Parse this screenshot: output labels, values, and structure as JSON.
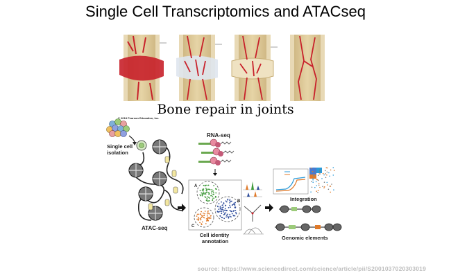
{
  "slide": {
    "title": "Single Cell Transcriptomics and ATACseq",
    "bone_caption": "Bone repair in joints",
    "source_note": "source: https://www.sciencedirect.com/science/article/pii/S2001037020303019"
  },
  "workflow": {
    "copyright": "© 2018 Pearson Education, Inc.",
    "single_cell_isolation": [
      "Single cell",
      "isolation"
    ],
    "atac_seq": "ATAC-seq",
    "rna_seq": "RNA-seq",
    "cell_identity_annotation": [
      "Cell identity",
      "annotation"
    ],
    "integration": "Integration",
    "genomic_elements": "Genomic elements",
    "cluster_labels": [
      "A",
      "B",
      "C"
    ]
  },
  "colors": {
    "bone": "#d8c290",
    "vessel": "#c8202a",
    "cluster_green": "#3f9a3a",
    "cluster_blue": "#2b4a9a",
    "cluster_orange": "#e07a2a",
    "nucleosome": "#555555"
  }
}
